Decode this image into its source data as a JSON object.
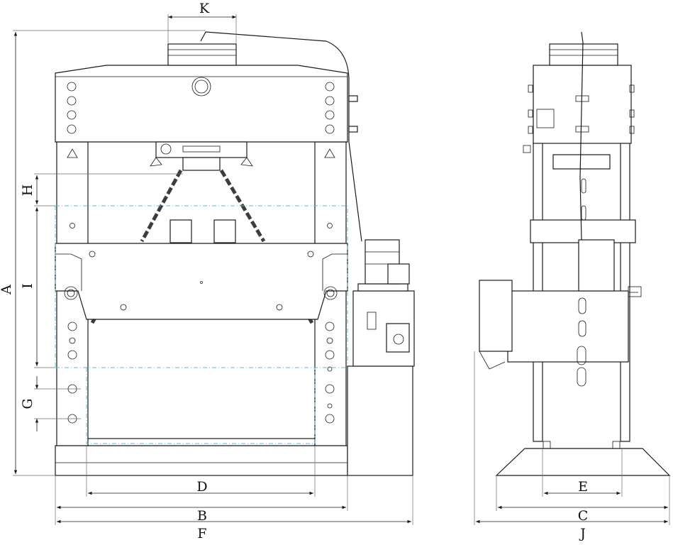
{
  "dimension_labels": {
    "A": "A",
    "B": "B",
    "C": "C",
    "D": "D",
    "E": "E",
    "F": "F",
    "G": "G",
    "H": "H",
    "I": "I",
    "J": "J",
    "K": "K"
  },
  "views": [
    "front-view",
    "side-view"
  ],
  "colors": {
    "line": "#1a1a1a",
    "guide": "#5fb8d8",
    "background": "#ffffff"
  }
}
